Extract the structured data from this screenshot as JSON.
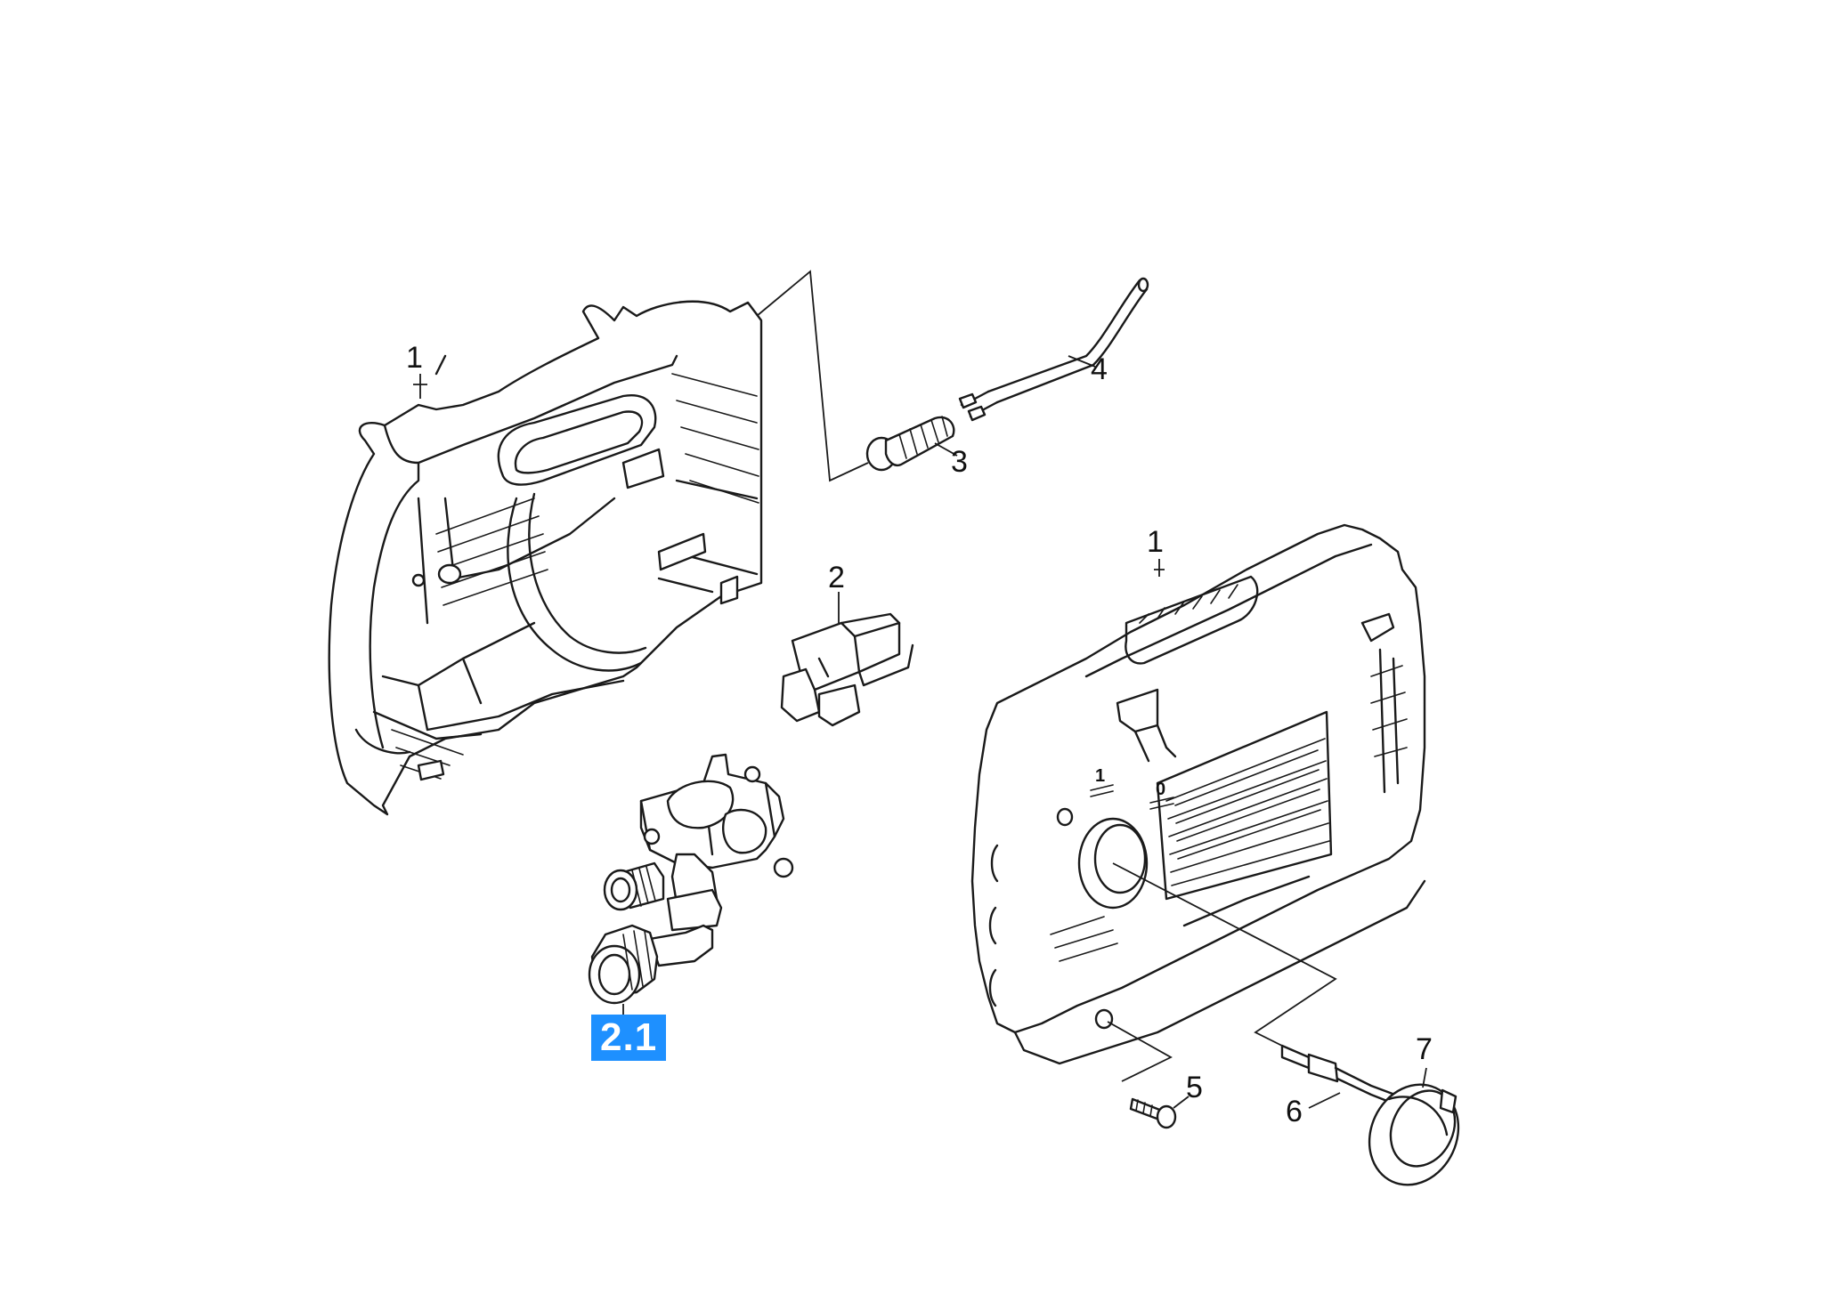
{
  "diagram": {
    "callouts": [
      {
        "id": "c1a",
        "label": "1"
      },
      {
        "id": "c1b",
        "label": "1"
      },
      {
        "id": "c2",
        "label": "2"
      },
      {
        "id": "c21",
        "label": "2.1",
        "highlighted": true,
        "highlight_color": "#1e90ff"
      },
      {
        "id": "c3",
        "label": "3"
      },
      {
        "id": "c4",
        "label": "4"
      },
      {
        "id": "c5",
        "label": "5"
      },
      {
        "id": "c6",
        "label": "6"
      },
      {
        "id": "c7",
        "label": "7"
      }
    ],
    "housing_markings": {
      "on": "1",
      "off": "0"
    },
    "colors": {
      "line": "#1a1a1a",
      "highlight": "#1e90ff",
      "background": "#ffffff"
    }
  }
}
